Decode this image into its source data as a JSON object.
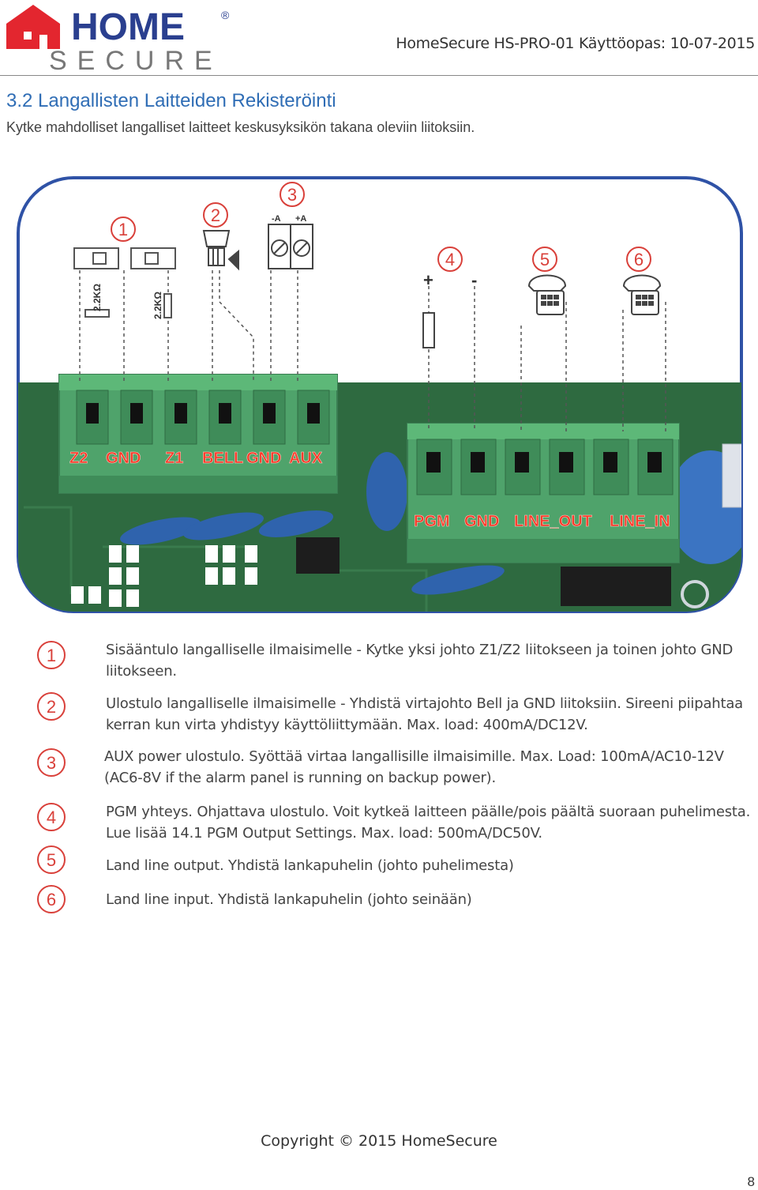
{
  "header": {
    "logo_home": "HOME",
    "logo_secure": "SECURE",
    "logo_registered": "®",
    "doc_title": "HomeSecure HS-PRO-01 Käyttöopas: 10-07-2015"
  },
  "section": {
    "title": "3.2 Langallisten Laitteiden Rekisteröinti",
    "intro": "Kytke mahdolliset langalliset laitteet keskusyksikön takana oleviin liitoksiin."
  },
  "diagram": {
    "callouts": [
      "1",
      "2",
      "3",
      "4",
      "5",
      "6"
    ],
    "resistor_label": "2.2KΩ",
    "siren_terminal_minus": "-A",
    "siren_terminal_plus": "+A",
    "pgm_plus": "+",
    "pgm_minus": "-",
    "left_block_labels": [
      "Z2",
      "GND",
      "Z1",
      "BELL",
      "GND",
      "AUX"
    ],
    "right_block_labels": [
      "PGM",
      "GND",
      "LINE_OUT",
      "LINE_IN"
    ]
  },
  "legend": [
    {
      "num": "1",
      "text": "Sisääntulo langalliselle ilmaisimelle - Kytke yksi johto Z1/Z2 liitokseen ja toinen johto GND liitokseen."
    },
    {
      "num": "2",
      "text": "Ulostulo langalliselle ilmaisimelle - Yhdistä virtajohto Bell ja GND liitoksiin. Sireeni piipahtaa kerran kun virta yhdistyy käyttöliittymään. Max. load: 400mA/DC12V."
    },
    {
      "num": "3",
      "text": "AUX power ulostulo. Syöttää virtaa langallisille ilmaisimille. Max. Load: 100mA/AC10-12V (AC6-8V if the alarm panel is running on backup power)."
    },
    {
      "num": "4",
      "text": "PGM yhteys. Ohjattava ulostulo. Voit kytkeä laitteen päälle/pois päältä suoraan puhelimesta. Lue lisää 14.1 PGM Output Settings. Max. load: 500mA/DC50V."
    },
    {
      "num": "5",
      "text": "Land line output. Yhdistä lankapuhelin (johto puhelimesta)"
    },
    {
      "num": "6",
      "text": "Land line input. Yhdistä lankapuhelin (johto seinään)"
    }
  ],
  "footer": {
    "copyright": "Copyright © 2015 HomeSecure",
    "page": "8"
  },
  "colors": {
    "brand_red": "#e3262f",
    "brand_blue": "#2a3f8f",
    "board_green": "#2e6a40",
    "terminal_green": "#4fa36b",
    "label_red": "#ff3a2a",
    "callout_red": "#d9403a"
  }
}
